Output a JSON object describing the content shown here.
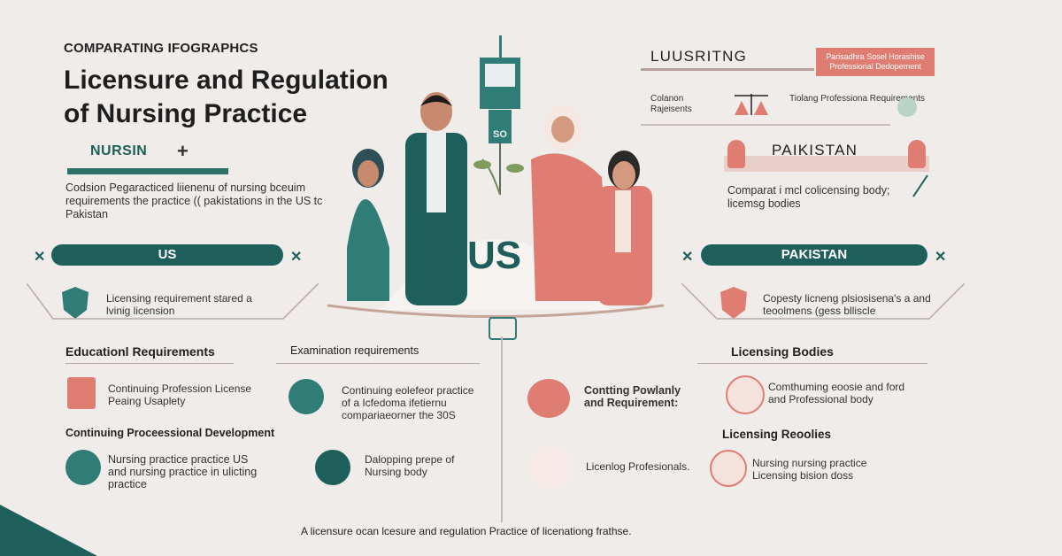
{
  "header": {
    "eyebrow": "COMPARATING IFOGRAPHCS",
    "title_line1": "Licensure and Regulation",
    "title_line2": "of Nursing Practice",
    "tag": "NURSIN",
    "plus": "+",
    "intro": "Codsion Pegaracticed liienenu of nursing bceuim requirements the practice (( pakistations in the US tc Pakistan"
  },
  "right_header": {
    "lusriting": "LUUSRITNG",
    "red_box": "Parisadhra Sosel Horashise Professional Dedopement",
    "col1": "Colanon Rajeisents",
    "col2": "Tiolang Professiona Requirements"
  },
  "pakistan_block": {
    "label": "PAIKISTAN",
    "desc": "Comparat i mcl colicensing body; licemsg bodies"
  },
  "center": {
    "big_label": "US",
    "sign_text": "SO"
  },
  "us_section": {
    "pill": "US",
    "licensing_text": "Licensing requirement stared a lvinig licension",
    "edu_heading": "Educationl Requirements",
    "exam_heading": "Examination requirements",
    "item1": "Continuing Profession License Peaing Usaplety",
    "item2": "Continuing eolefeor practice of a Icfedoma ifetiernu compariaeorner the 30S",
    "cpd_heading": "Continuing Proceessional Development",
    "item3": "Nursing practice practice US and nursing practice in ulicting practice",
    "item4": "Dalopping prepe of Nursing body"
  },
  "pk_section": {
    "pill": "PAKISTAN",
    "licensing_text": "Copesty licneng plsiosisena's a and teoolmens (gess blliscle",
    "bodies_heading": "Licensing Bodies",
    "item1": "Contting Powlanly and Requirement:",
    "item2": "Comthuming eoosie and ford and Professional body",
    "bodies2_heading": "Licensing Reoolies",
    "item3": "Licenlog Profesionals.",
    "item4": "Nursing nursing practice Licensing bision doss"
  },
  "footer": "A licensure ocan lcesure and regulation Practice of licenationg frathse.",
  "colors": {
    "teal": "#1f5f5b",
    "coral": "#e07d72",
    "background": "#f0ecea"
  }
}
